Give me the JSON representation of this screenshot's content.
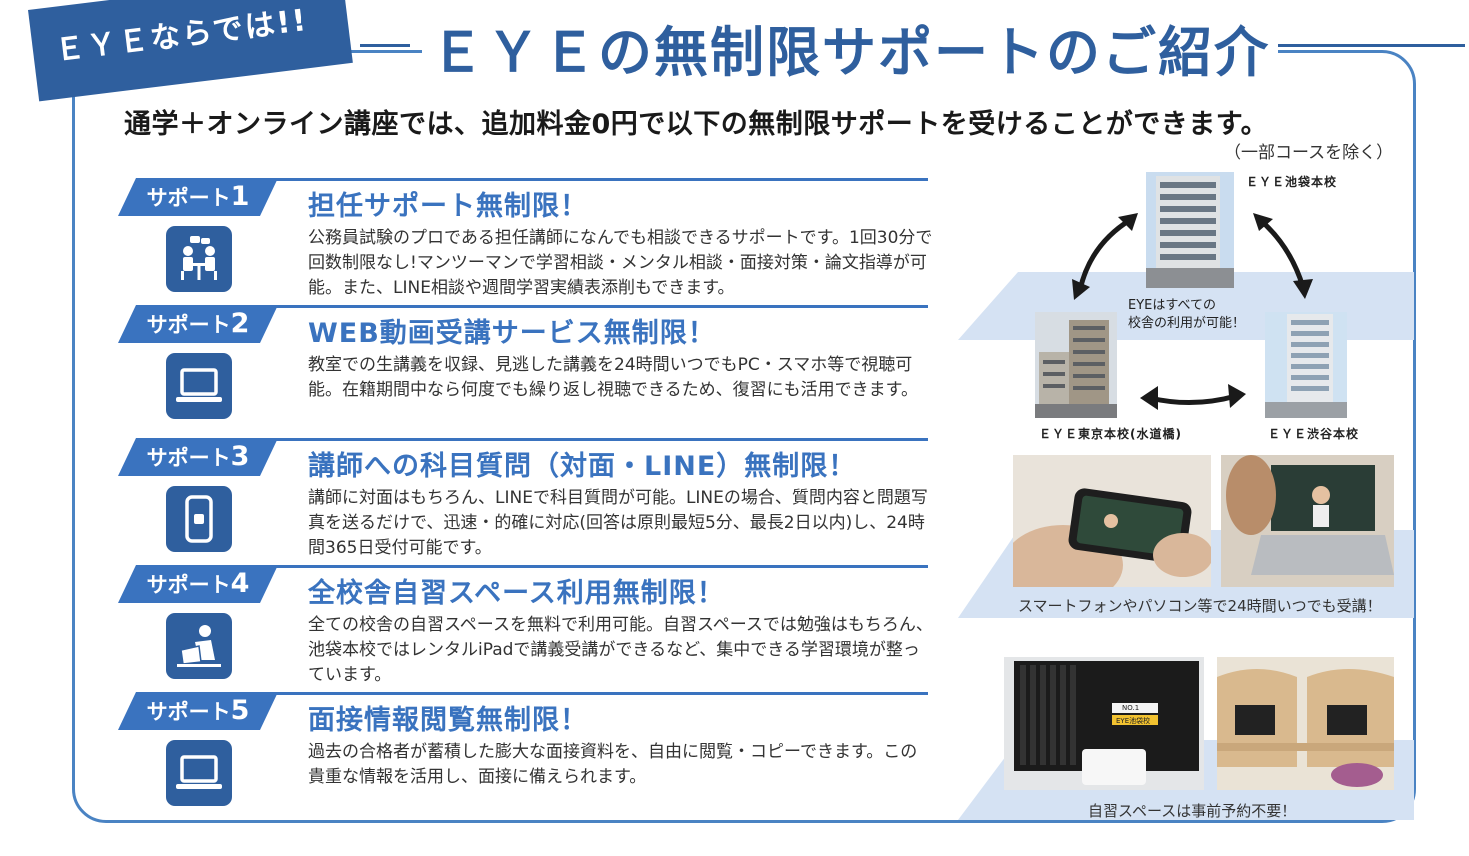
{
  "ribbon": {
    "label": "ＥＹＥならでは!!"
  },
  "title": "ＥＹＥの無制限サポートのご紹介",
  "subtitle": "通学＋オンライン講座では、追加料金0円で以下の無制限サポートを受けることができます。",
  "note": "（一部コースを除く）",
  "supports": [
    {
      "tag_prefix": "サポート",
      "tag_num": "1",
      "icon": "people-consultation-icon",
      "title": "担任サポート無制限！",
      "desc": "公務員試験のプロである担任講師になんでも相談できるサポートです。1回30分で回数制限なし!マンツーマンで学習相談・メンタル相談・面接対策・論文指導が可能。また、LINE相談や週間学習実績表添削もできます。"
    },
    {
      "tag_prefix": "サポート",
      "tag_num": "2",
      "icon": "laptop-icon",
      "title": "WEB動画受講サービス無制限！",
      "desc": "教室での生講義を収録、見逃した講義を24時間いつでもPC・スマホ等で視聴可能。在籍期間中なら何度でも繰り返し視聴できるため、復習にも活用できます。"
    },
    {
      "tag_prefix": "サポート",
      "tag_num": "3",
      "icon": "smartphone-icon",
      "title": "講師への科目質問（対面・LINE）無制限！",
      "desc": "講師に対面はもちろん、LINEで科目質問が可能。LINEの場合、質問内容と問題写真を送るだけで、迅速・的確に対応(回答は原則最短5分、最長2日以内)し、24時間365日受付可能です。"
    },
    {
      "tag_prefix": "サポート",
      "tag_num": "4",
      "icon": "self-study-icon",
      "title": "全校舎自習スペース利用無制限！",
      "desc": "全ての校舎の自習スペースを無料で利用可能。自習スペースでは勉強はもちろん、池袋本校ではレンタルiPadで講義受講ができるなど、集中できる学習環境が整っています。"
    },
    {
      "tag_prefix": "サポート",
      "tag_num": "5",
      "icon": "laptop-icon",
      "title": "面接情報閲覧無制限！",
      "desc": "過去の合格者が蓄積した膨大な面接資料を、自由に閲覧・コピーできます。この貴重な情報を活用し、面接に備えられます。"
    }
  ],
  "campus": {
    "ikebukuro": "ＥＹＥ池袋本校",
    "tokyo": "ＥＹＥ東京本校(水道橋)",
    "shibuya": "ＥＹＥ渋谷本校",
    "center_line1": "EYEはすべての",
    "center_line2": "校舎の利用が可能！"
  },
  "online_caption": "スマートフォンやパソコン等で24時間いつでも受講！",
  "study_caption": "自習スペースは事前予約不要！",
  "locker_label_1": "NO.1",
  "locker_label_2": "EYE池袋校",
  "colors": {
    "primary": "#2f5f9e",
    "accent": "#3a73bf",
    "band": "#d5e2f3"
  }
}
